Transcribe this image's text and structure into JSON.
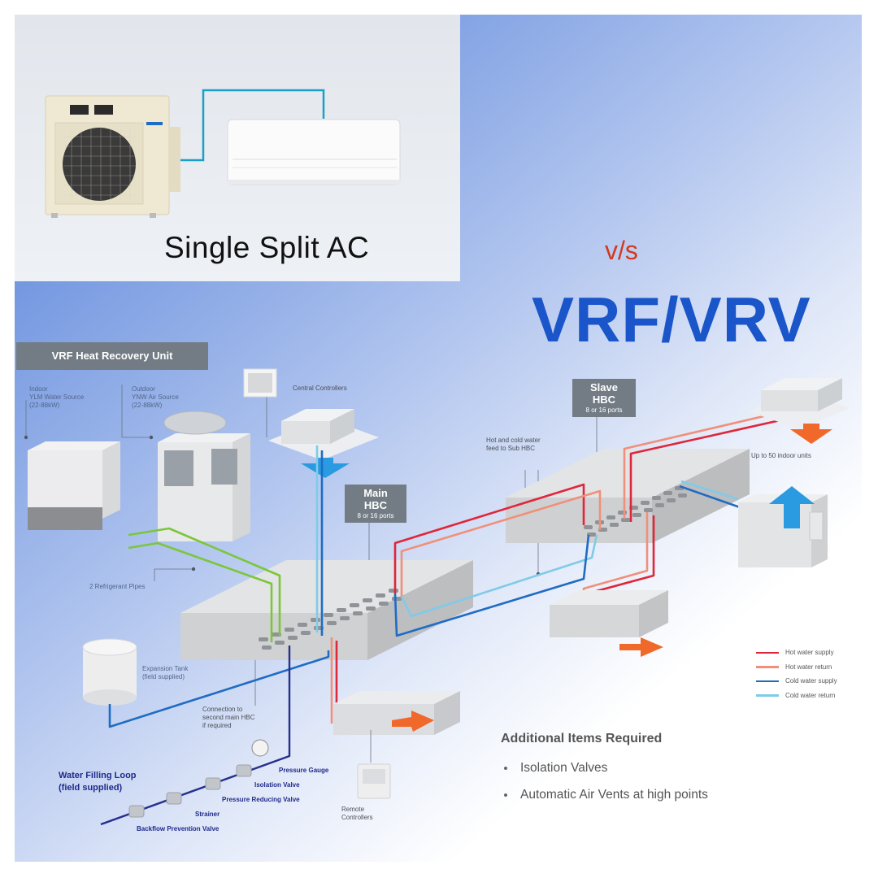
{
  "top_panel": {
    "title": "Single Split AC",
    "pipe_color": "#1aa0c8"
  },
  "comparison": {
    "vs_label": "v/s",
    "vs_color": "#d23a1f",
    "title": "VRF/VRV",
    "title_color": "#1a56c9"
  },
  "diagram": {
    "unit_header": "VRF Heat Recovery Unit",
    "indoor_source": {
      "line1": "Indoor",
      "line2": "YLM Water Source",
      "line3": "(22-88kW)"
    },
    "outdoor_source": {
      "line1": "Outdoor",
      "line2": "YNW Air Source",
      "line3": "(22-88kW)"
    },
    "central_controllers": "Central Controllers",
    "refrigerant_pipes": "2 Refrigerant Pipes",
    "main_hbc": {
      "title": "Main HBC",
      "subtitle": "8 or 16 ports"
    },
    "slave_hbc": {
      "title": "Slave HBC",
      "subtitle": "8 or 16 ports"
    },
    "feed_note": {
      "line1": "Hot and cold water",
      "line2": "feed to Sub HBC"
    },
    "indoor_units_note": "Up to 50 indoor units",
    "expansion_tank": {
      "line1": "Expansion Tank",
      "line2": "(field supplied)"
    },
    "second_hbc": {
      "line1": "Connection to",
      "line2": "second main HBC",
      "line3": "if required"
    },
    "water_filling_loop": {
      "line1": "Water Filling Loop",
      "line2": "(field supplied)"
    },
    "valves": {
      "pressure_gauge": "Pressure Gauge",
      "isolation_valve": "Isolation Valve",
      "pressure_reducing_valve": "Pressure Reducing Valve",
      "strainer": "Strainer",
      "backflow_prevention_valve": "Backflow Prevention Valve"
    },
    "remote_controllers": {
      "line1": "Remote",
      "line2": "Controllers"
    },
    "colors": {
      "refrigerant": "#7cc63a",
      "hot_supply": "#e0263a",
      "hot_return": "#f0907a",
      "cold_supply": "#1f6cc4",
      "cold_return": "#7fcbe8",
      "fill_loop": "#27308c",
      "airflow_warm": "#f0682a",
      "airflow_cool": "#2a9be0"
    }
  },
  "legend": [
    {
      "label": "Hot water supply",
      "color": "#e0263a"
    },
    {
      "label": "Hot water return",
      "color": "#f0907a"
    },
    {
      "label": "Cold water supply",
      "color": "#1f6cc4"
    },
    {
      "label": "Cold water return",
      "color": "#7fcbe8"
    }
  ],
  "additional_items": {
    "title": "Additional Items Required",
    "items": [
      "Isolation Valves",
      "Automatic Air Vents at high points"
    ]
  }
}
